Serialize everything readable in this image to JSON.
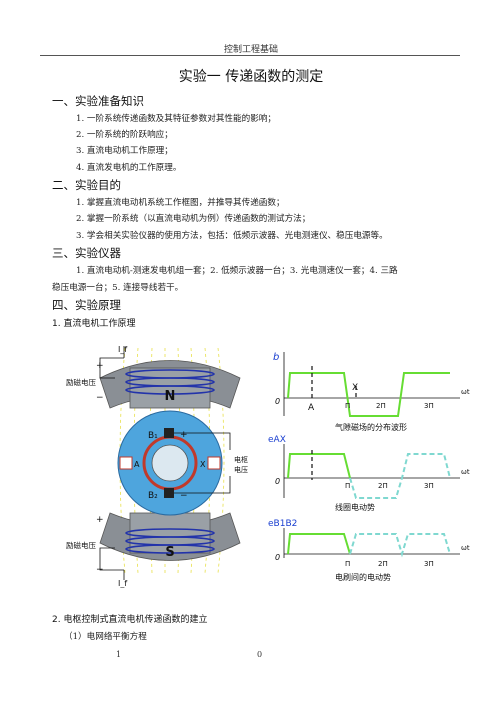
{
  "header": "控制工程基础",
  "title": "实验一 传递函数的测定",
  "sections": [
    {
      "heading": "一、实验准备知识",
      "items": [
        "1. 一阶系统传递函数及其特征参数对其性能的影响；",
        "2. 一阶系统的阶跃响应；",
        "3. 直流电动机工作原理；",
        "4. 直流发电机的工作原理。"
      ]
    },
    {
      "heading": "二、实验目的",
      "items": [
        "1. 掌握直流电动机系统工作框图，并推导其传递函数；",
        "2. 掌握一阶系统（以直流电动机为例）传递函数的测试方法；",
        "3. 学会相关实验仪器的使用方法，包括：低频示波器、光电测速仪、稳压电源等。"
      ]
    },
    {
      "heading": "三、实验仪器",
      "para_line1": "1. 直流电动机-测速发电机组一套；2. 低频示波器一台；3. 光电测速仪一套；4. 三路",
      "para_line2": "稳压电源一台；5. 连接导线若干。"
    },
    {
      "heading": "四、实验原理"
    }
  ],
  "subheading1": "1. 直流电机工作原理",
  "subheading2": "2. 电枢控制式直流电机传递函数的建立",
  "subheading3": "（1）电网络平衡方程",
  "figure": {
    "motor": {
      "if_top": "I_f",
      "if_bottom": "I_f",
      "plus_top": "+",
      "minus_top": "−",
      "plus_bottom": "+",
      "minus_bottom": "−",
      "excite_top": "励磁电压",
      "excite_bottom": "励磁电压",
      "pole_n": "N",
      "pole_s": "S",
      "brush1": "B₁",
      "brush2": "B₂",
      "brush1_sign": "+",
      "brush2_sign": "−",
      "label_a": "A",
      "label_x": "X",
      "armature_voltage": "电枢电压"
    },
    "plots": [
      {
        "ylabel": "b",
        "xaxis": "ωt",
        "origin": "0",
        "mark_a": "A",
        "mark_x": "X",
        "ticks": [
          "Π",
          "2Π",
          "3Π"
        ],
        "caption": "气隙磁场的分布波形"
      },
      {
        "ylabel": "eAX",
        "xaxis": "ωt",
        "origin": "0",
        "ticks": [
          "Π",
          "2Π",
          "3Π"
        ],
        "caption": "线圈电动势"
      },
      {
        "ylabel": "eB1B2",
        "xaxis": "ωt",
        "origin": "0",
        "ticks": [
          "Π",
          "2Π",
          "3Π"
        ],
        "caption": "电刷间的电动势"
      }
    ],
    "colors": {
      "wave": "#66dd33",
      "wave_dashed": "#7fd8d0",
      "rotor": "#4ea5dd",
      "stator": "#8a8f95",
      "coil": "#2233aa",
      "title_blue": "#1a3fd0"
    }
  },
  "footer": {
    "left": "1",
    "right": "0"
  }
}
